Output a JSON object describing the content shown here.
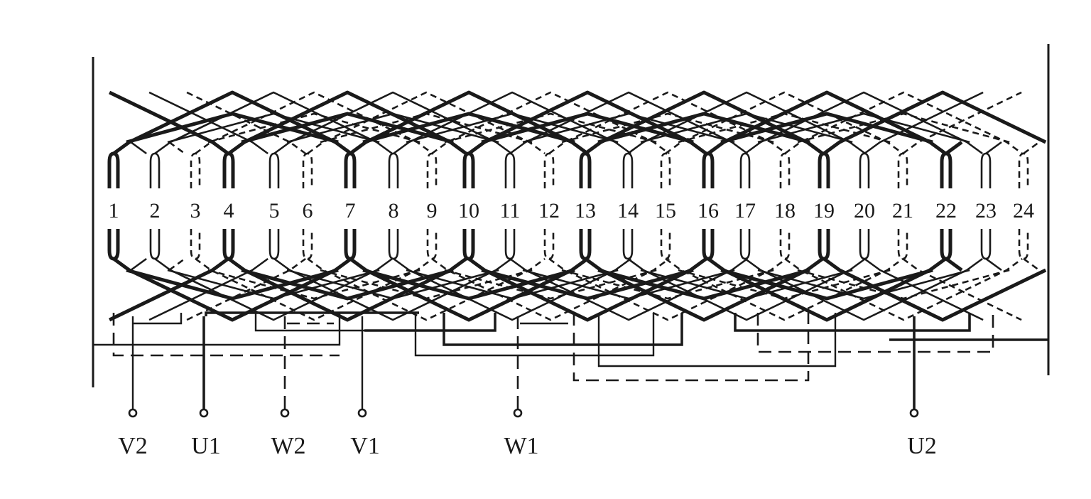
{
  "slots": [
    "1",
    "2",
    "3",
    "4",
    "5",
    "6",
    "7",
    "8",
    "9",
    "10",
    "11",
    "12",
    "13",
    "14",
    "15",
    "16",
    "17",
    "18",
    "19",
    "20",
    "21",
    "22",
    "23",
    "24"
  ],
  "terminals": [
    {
      "label": "V2",
      "style": "thin"
    },
    {
      "label": "U1",
      "style": "heavy"
    },
    {
      "label": "W2",
      "style": "dash"
    },
    {
      "label": "V1",
      "style": "thin"
    },
    {
      "label": "W1",
      "style": "dash"
    },
    {
      "label": "U2",
      "style": "heavy"
    }
  ],
  "colors": {
    "ink": "#1a1a1a",
    "background": "#ffffff"
  }
}
